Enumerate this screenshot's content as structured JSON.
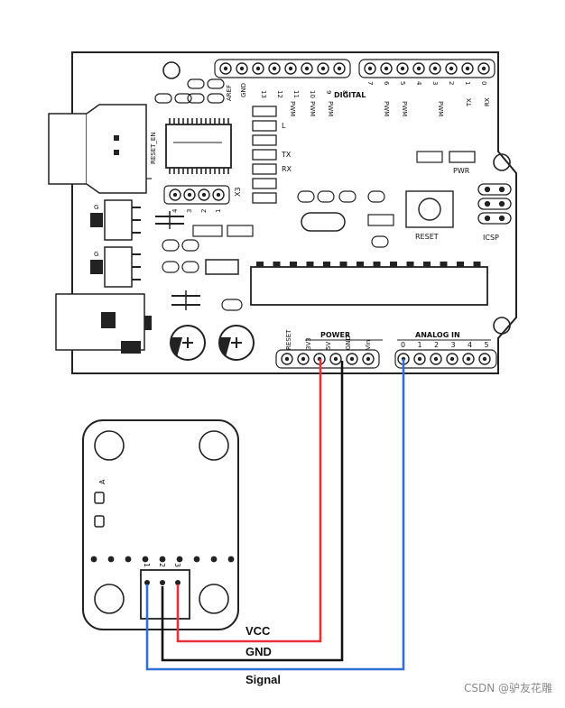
{
  "board": {
    "digital_label": "DIGITAL",
    "aref_label": "AREF",
    "gnd_top_label": "GND",
    "digital_pin_numbers_high": [
      "13",
      "12",
      "11",
      "10",
      "9",
      "8"
    ],
    "digital_pin_numbers_low": [
      "7",
      "6",
      "5",
      "4",
      "3",
      "2",
      "1",
      "0"
    ],
    "pwm_label": "PWM",
    "tx_top": "TX",
    "rx_top": "RX",
    "led_l": "L",
    "led_tx": "TX",
    "led_rx": "RX",
    "pwr_label": "PWR",
    "reset_en_label": "RESET_EN",
    "x3_label": "X3",
    "x3_pins": [
      "4",
      "3",
      "2",
      "1"
    ],
    "reset_button_label": "RESET",
    "icsp_label": "ICSP",
    "power_label": "POWER",
    "analog_label": "ANALOG IN",
    "power_pins": [
      "RESET",
      "3V3",
      "5V",
      "GND",
      "Vin"
    ],
    "analog_pins": [
      "0",
      "1",
      "2",
      "3",
      "4",
      "5"
    ],
    "reg_marks": [
      "G",
      "G"
    ]
  },
  "sensor": {
    "mark_a": "A",
    "pin_numbers": [
      "1",
      "2",
      "3"
    ]
  },
  "wires": {
    "vcc": {
      "label": "VCC",
      "color": "#e8303a"
    },
    "gnd": {
      "label": "GND",
      "color": "#111111"
    },
    "signal": {
      "label": "Signal",
      "color": "#2f6fd6"
    }
  },
  "watermark": "CSDN @驴友花雕"
}
